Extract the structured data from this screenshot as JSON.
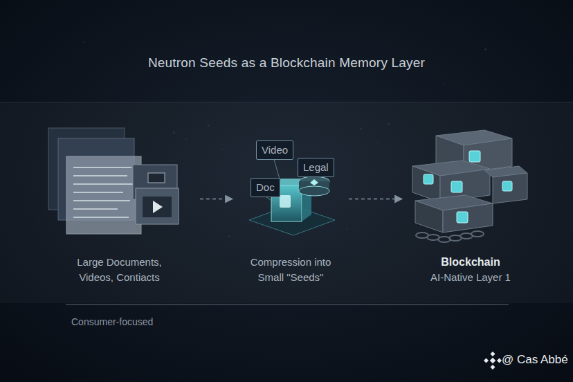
{
  "diagram": {
    "title": "Neutron Seeds as a Blockchain Memory Layer",
    "nodes": [
      {
        "text": [
          "Large Documents, Videos, Contiacts"
        ]
      },
      {
        "text": [
          "Compression into Small \"Seeds\""
        ]
      },
      {
        "text": [
          "Video"
        ],
        "in": 1
      },
      {
        "text": [
          "Legal"
        ],
        "in": 1
      },
      {
        "text": [
          "Doc"
        ],
        "in": 1
      },
      {
        "text": [
          "Blockchain",
          "AI-Native Layer 1"
        ]
      }
    ],
    "edges": [
      {
        "from": 0,
        "to": 1,
        "arrow": "to"
      },
      {
        "from": 1,
        "to": 5,
        "arrow": "to"
      }
    ],
    "labels": [
      "Consumer-focused",
      "@ Cas Abbé"
    ]
  }
}
